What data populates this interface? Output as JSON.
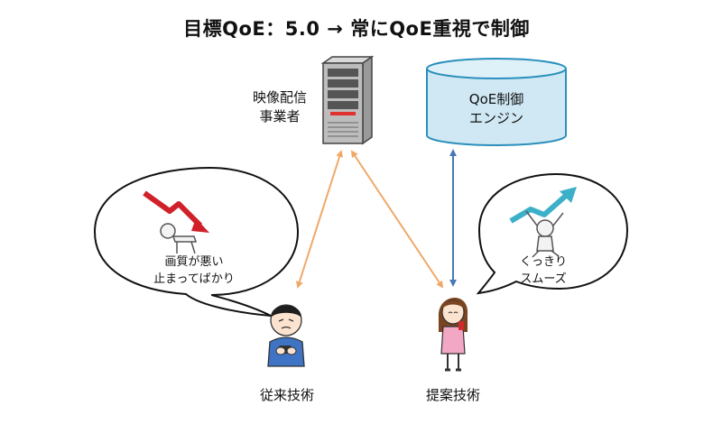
{
  "title": "目標QoE：5.0 → 常にQoE重視で制御",
  "server": {
    "label_line1": "映像配信",
    "label_line2": "事業者"
  },
  "engine": {
    "label_line1": "QoE制御",
    "label_line2": "エンジン"
  },
  "left_bubble": {
    "line1": "画質が悪い",
    "line2": "止まってばかり"
  },
  "right_bubble": {
    "line1": "くっきり",
    "line2": "スムーズ"
  },
  "left_user": {
    "label": "従来技術"
  },
  "right_user": {
    "label": "提案技術"
  },
  "colors": {
    "orange_arrow": "#f0a868",
    "blue_arrow": "#4a78b8",
    "engine_fill": "#cfe8f3",
    "engine_stroke": "#2a8fbd",
    "down_trend": "#d0212a",
    "up_trend": "#3cb0c8"
  }
}
